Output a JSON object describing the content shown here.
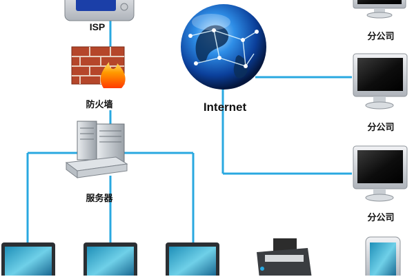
{
  "diagram": {
    "isp": {
      "label": "ISP"
    },
    "firewall": {
      "label": "防火墙"
    },
    "server": {
      "label": "服务器"
    },
    "internet": {
      "label": "Internet"
    },
    "branches": [
      {
        "label": "分公司"
      },
      {
        "label": "分公司"
      },
      {
        "label": "分公司"
      }
    ],
    "colors": {
      "connection_line": "#29a8e0",
      "label_text": "#111111",
      "globe": "#1a6fd6",
      "brick": "#b5462a",
      "monitor_screen": "#111111",
      "monitor_frame": "#cfd3d8"
    },
    "icons": [
      "isp-device-icon",
      "firewall-icon",
      "server-icon",
      "globe-icon",
      "monitor-icon",
      "laptop-icon",
      "printer-icon",
      "tablet-icon"
    ]
  }
}
